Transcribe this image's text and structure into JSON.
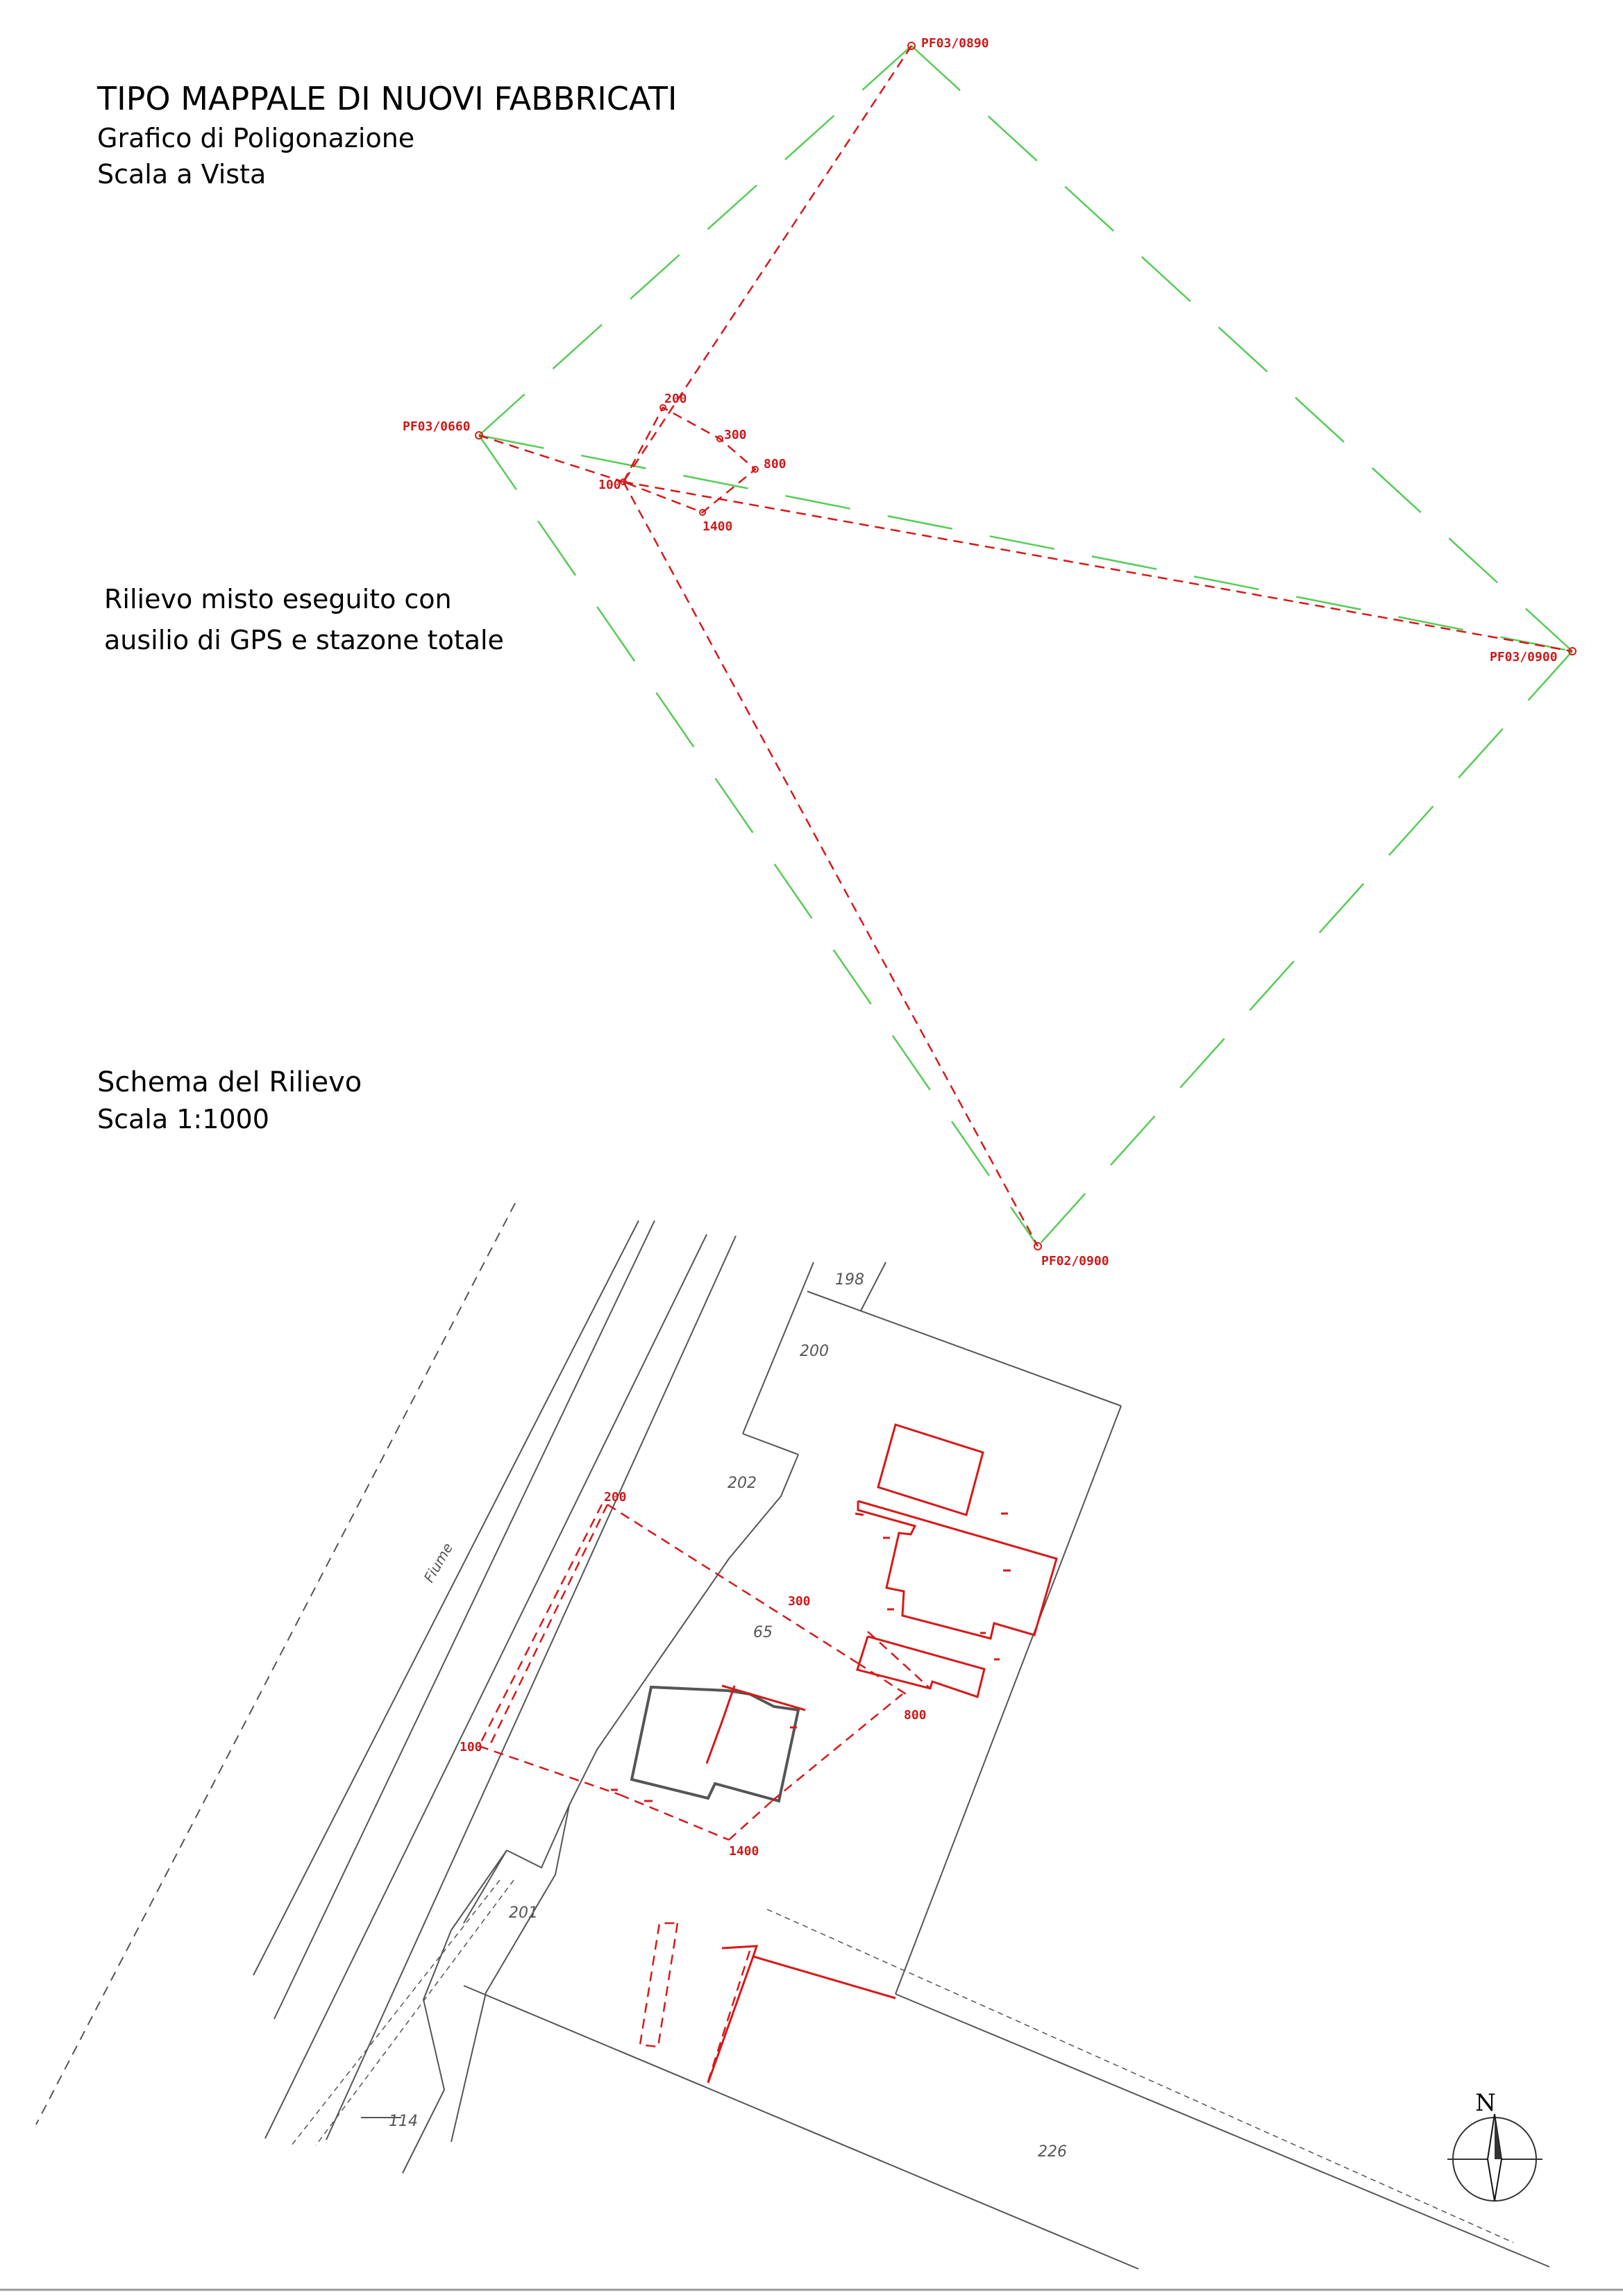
{
  "titles": {
    "main": "TIPO MAPPALE DI NUOVI FABBRICATI",
    "sub1": "Grafico di Poligonazione",
    "sub2": "Scala a Vista",
    "note1": "Rilievo misto eseguito con",
    "note2": "ausilio di GPS e stazone totale",
    "schema": "Schema del Rilievo",
    "schema_scale": "Scala 1:1000"
  },
  "polygon": {
    "points": {
      "pf890": "PF03/0890",
      "pf660": "PF03/0660",
      "pf900e": "PF03/0900",
      "pf02": "PF02/0900",
      "p200": "200",
      "p300": "300",
      "p800": "800",
      "p100": "100",
      "p1400": "1400"
    }
  },
  "map": {
    "parcels": {
      "p198": "198",
      "p200": "200",
      "p202": "202",
      "p65": "65",
      "p201": "201",
      "p114": "114",
      "p226": "226"
    },
    "river": "Fiume",
    "stations": {
      "s200": "200",
      "s300": "300",
      "s800": "800",
      "s100": "100",
      "s1400": "1400"
    }
  },
  "compass": {
    "north": "N"
  },
  "colors": {
    "survey": "#d81818",
    "control": "#55cc55",
    "cadastre": "#555555"
  }
}
